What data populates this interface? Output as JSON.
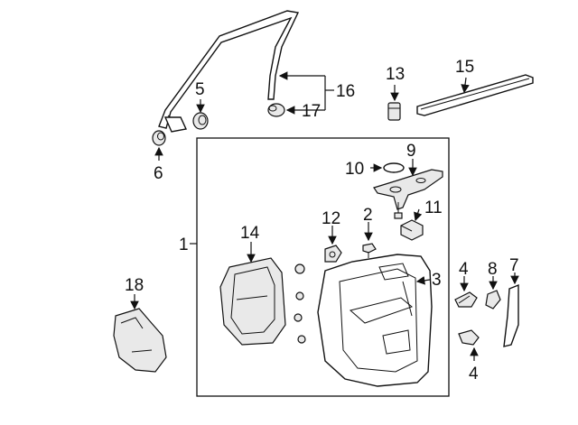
{
  "callouts": {
    "c1": "1",
    "c2": "2",
    "c3": "3",
    "c4a": "4",
    "c4b": "4",
    "c5": "5",
    "c6": "6",
    "c7": "7",
    "c8": "8",
    "c9": "9",
    "c10": "10",
    "c11": "11",
    "c12": "12",
    "c13": "13",
    "c14": "14",
    "c15": "15",
    "c16": "16",
    "c17": "17",
    "c18": "18"
  },
  "colors": {
    "line": "#111111",
    "part_shade": "#e9e9e9",
    "background": "#ffffff"
  }
}
